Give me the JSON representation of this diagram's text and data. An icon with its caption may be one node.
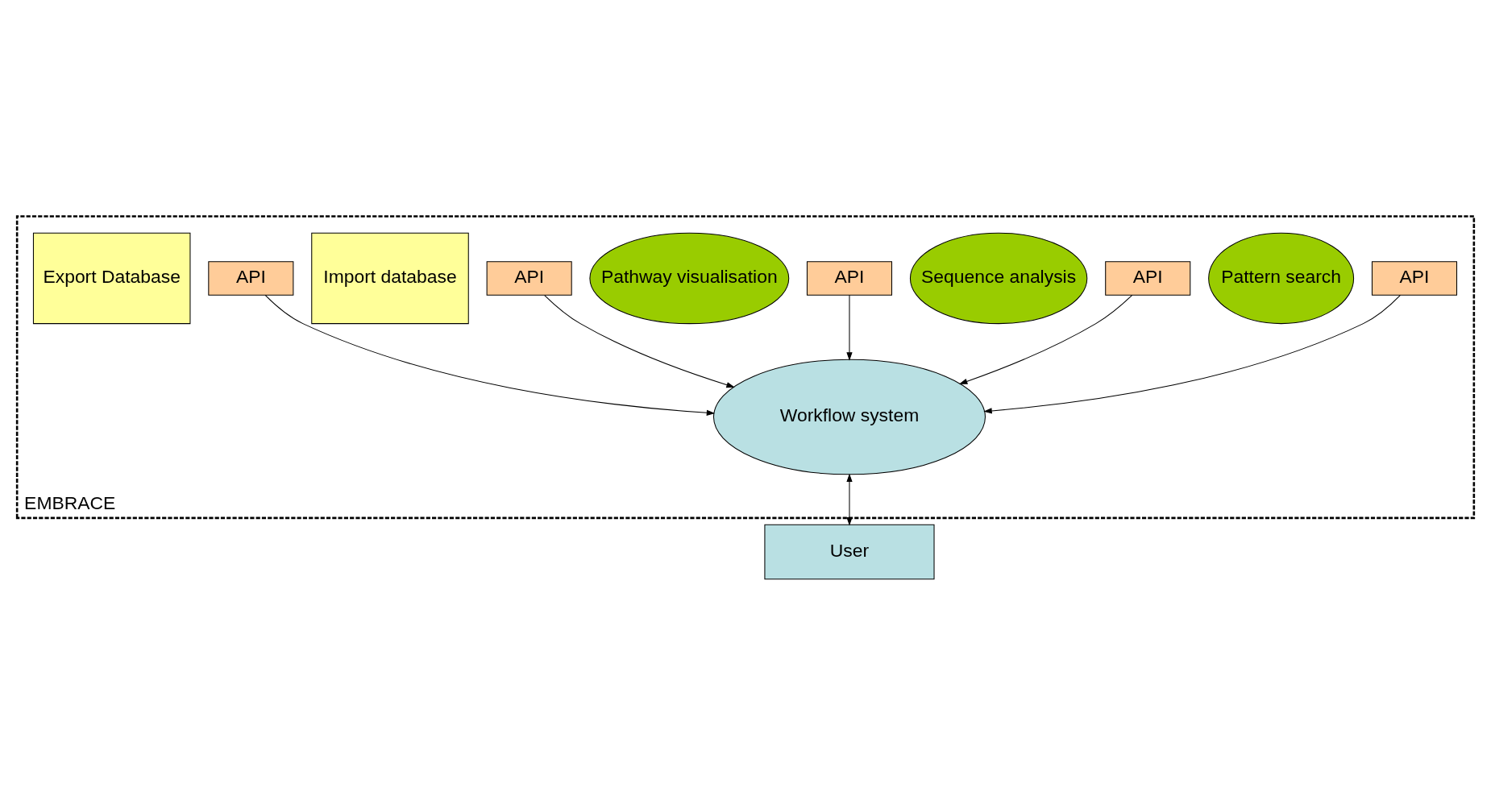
{
  "diagram": {
    "nodes": [
      {
        "text": [
          "EMBRACE"
        ]
      },
      {
        "text": [
          "Pattern search"
        ],
        "in": 0
      },
      {
        "text": [
          "API"
        ],
        "in": 0
      },
      {
        "text": [
          "Sequence analysis"
        ],
        "in": 0
      },
      {
        "text": [
          "API"
        ],
        "in": 0
      },
      {
        "text": [
          "Pathway visualisation"
        ],
        "in": 0
      },
      {
        "text": [
          "API"
        ],
        "in": 0
      },
      {
        "text": [
          "Import database"
        ],
        "in": 0
      },
      {
        "text": [
          "API"
        ],
        "in": 0
      },
      {
        "text": [
          "Export Database"
        ],
        "in": 0
      },
      {
        "text": [
          "API"
        ],
        "in": 0
      },
      {
        "text": [
          "Workflow system"
        ],
        "in": 0
      },
      {
        "text": [
          "User"
        ]
      }
    ],
    "edges": [
      {
        "from": 2,
        "to": 11,
        "arrow": "to"
      },
      {
        "from": 4,
        "to": 11,
        "arrow": "to"
      },
      {
        "from": 6,
        "to": 11,
        "arrow": "to"
      },
      {
        "from": 8,
        "to": 11,
        "arrow": "to"
      },
      {
        "from": 10,
        "to": 11,
        "arrow": "to"
      },
      {
        "from": 11,
        "to": 12,
        "arrow": "both"
      }
    ]
  }
}
